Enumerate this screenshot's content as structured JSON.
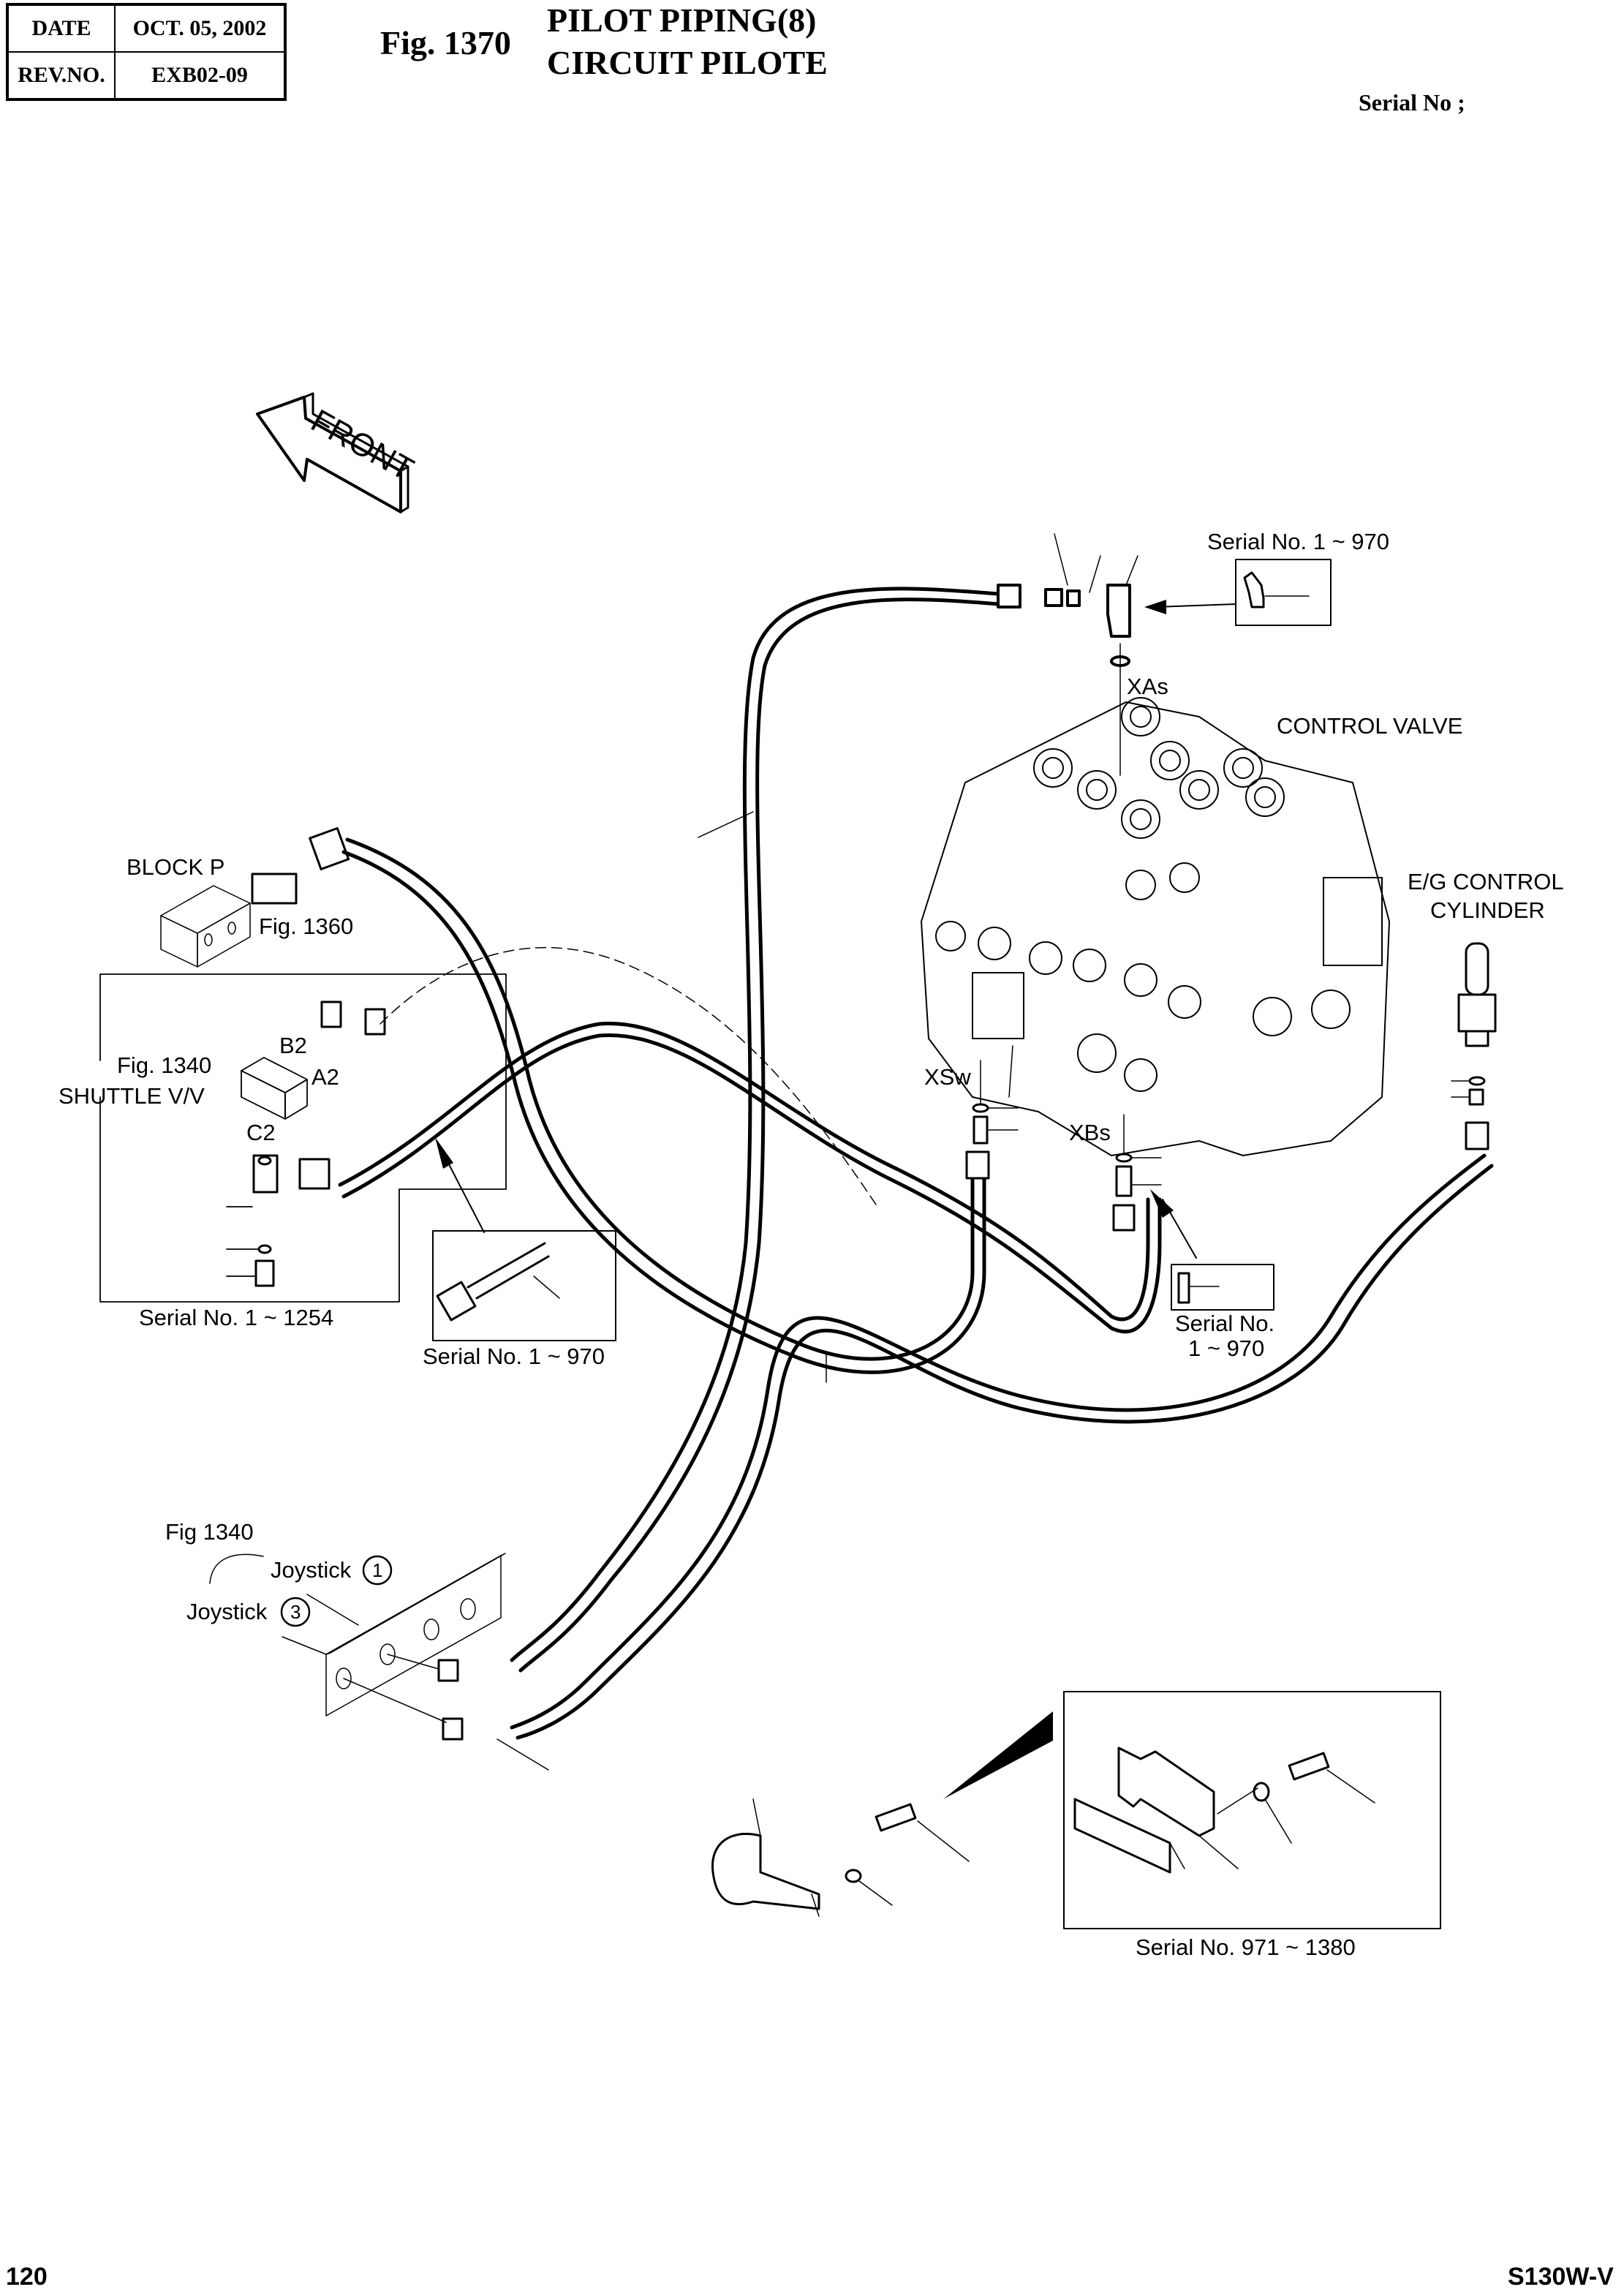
{
  "header": {
    "date_label": "DATE",
    "date_value": "OCT. 05, 2002",
    "rev_label": "REV.NO.",
    "rev_value": "EXB02-09",
    "fig_number": "Fig. 1370",
    "title_en": "PILOT PIPING(8)",
    "title_fr": "CIRCUIT PILOTE",
    "serial_label": "Serial No ;"
  },
  "front_arrow": {
    "text": "FRONT"
  },
  "labels": {
    "serial_top_right": "Serial No. 1 ~ 970",
    "xas": "XAs",
    "control_valve": "CONTROL VALVE",
    "eg_control_line1": "E/G CONTROL",
    "eg_control_line2": "CYLINDER",
    "block_p": "BLOCK P",
    "fig_1360": "Fig. 1360",
    "fig_1340": "Fig. 1340",
    "shuttle_vv": "SHUTTLE V/V",
    "b2": "B2",
    "a2": "A2",
    "c2": "C2",
    "xsw": "XSw",
    "xbs": "XBs",
    "serial_1_1254": "Serial No. 1 ~ 1254",
    "serial_1_970_mid": "Serial No. 1 ~ 970",
    "serial_right_line1": "Serial No.",
    "serial_right_line2": "1 ~ 970",
    "fig_1340_joystick": "Fig 1340",
    "joystick1": "Joystick",
    "joystick1_num": "1",
    "joystick3": "Joystick",
    "joystick3_num": "3",
    "serial_971_1380": "Serial No. 971 ~ 1380"
  },
  "footer": {
    "page_number": "120",
    "model": "S130W-V"
  }
}
